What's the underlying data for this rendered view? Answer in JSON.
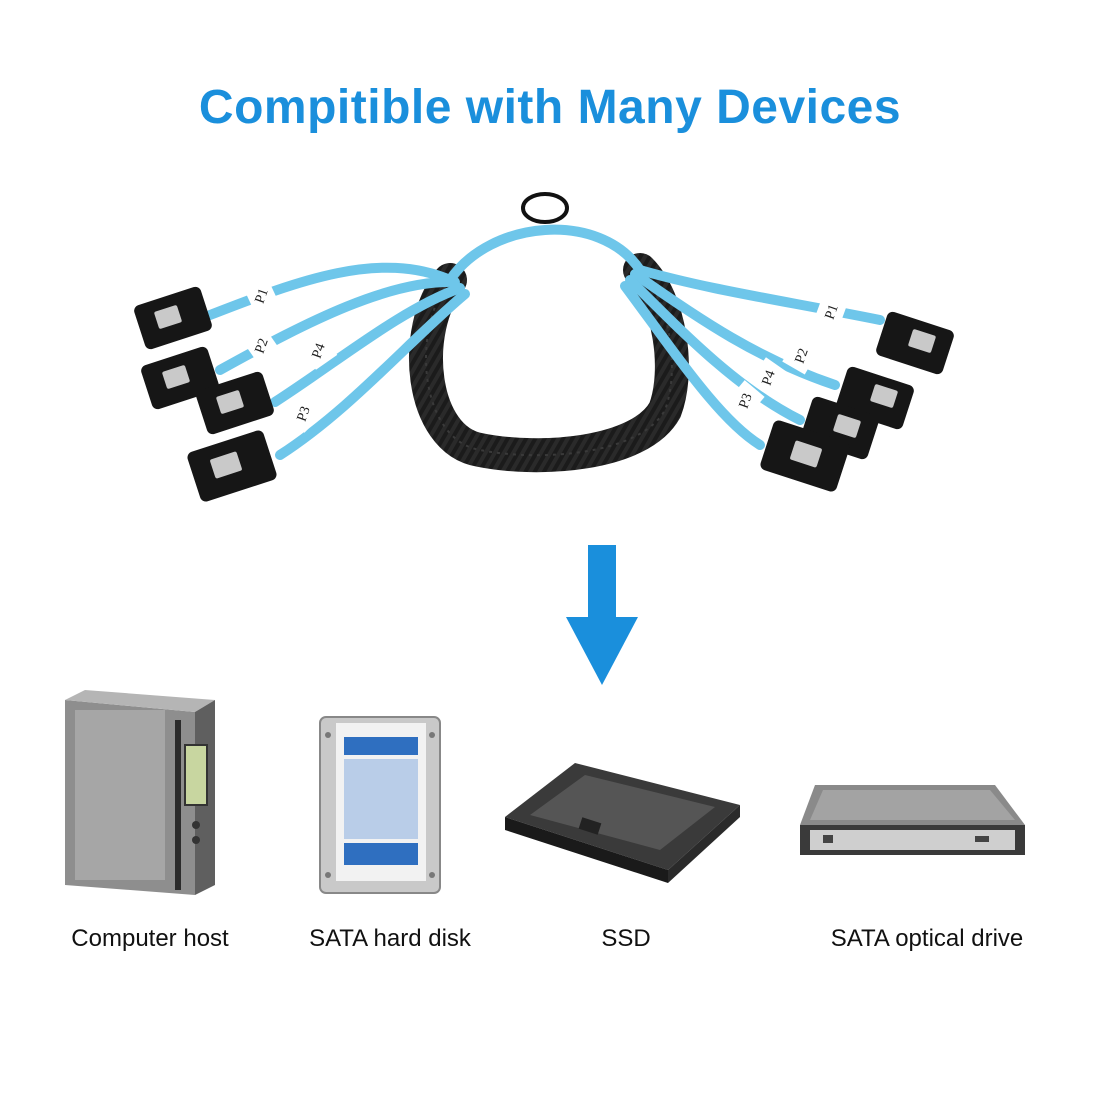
{
  "title": "Compitible with Many Devices",
  "cable": {
    "left_labels": [
      "P1",
      "P2",
      "P4",
      "P3"
    ],
    "right_labels": [
      "P1",
      "P2",
      "P4",
      "P3"
    ],
    "wire_color": "#6ec6ea",
    "sleeve_color": "#1b1b1b",
    "connector_color": "#161616"
  },
  "arrow_color": "#1a8fdc",
  "devices": [
    {
      "label": "Computer host",
      "icon": "computer-host-icon"
    },
    {
      "label": "SATA hard disk",
      "icon": "hard-disk-icon"
    },
    {
      "label": "SSD",
      "icon": "ssd-icon"
    },
    {
      "label": "SATA optical drive",
      "icon": "optical-drive-icon"
    }
  ]
}
